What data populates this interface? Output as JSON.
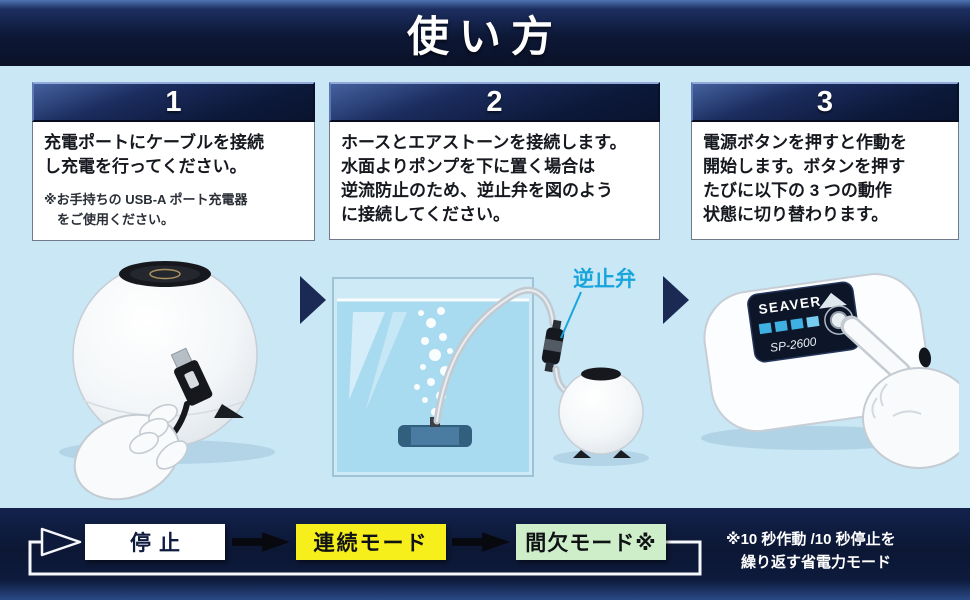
{
  "header": {
    "title": "使い方"
  },
  "steps": [
    {
      "number": "1",
      "text": "充電ポートにケーブルを接続\nし充電を行ってください。",
      "note": "※お手持ちの USB-A ポート充電器\n　をご使用ください。"
    },
    {
      "number": "2",
      "text": "ホースとエアストーンを接続します。\n水面よりポンプを下に置く場合は\n逆流防止のため、逆止弁を図のよう\nに接続してください。",
      "callout": "逆止弁"
    },
    {
      "number": "3",
      "text": "電源ボタンを押すと作動を\n開始します。ボタンを押す\nたびに以下の 3 つの動作\n状態に切り替わります。",
      "device_brand": "SEAVER",
      "device_model": "SP-2600"
    }
  ],
  "flow": {
    "stop": "停止",
    "continuous": "連続モード",
    "intermittent": "間欠モード※",
    "note": "※10 秒作動 /10 秒停止を\n　繰り返す省電力モード"
  },
  "colors": {
    "navy": "#0d1a3c",
    "light_blue_bg": "#c9e7f5",
    "callout_blue": "#18a5dc",
    "yellow": "#f6ef1c",
    "green": "#cdeec8"
  }
}
